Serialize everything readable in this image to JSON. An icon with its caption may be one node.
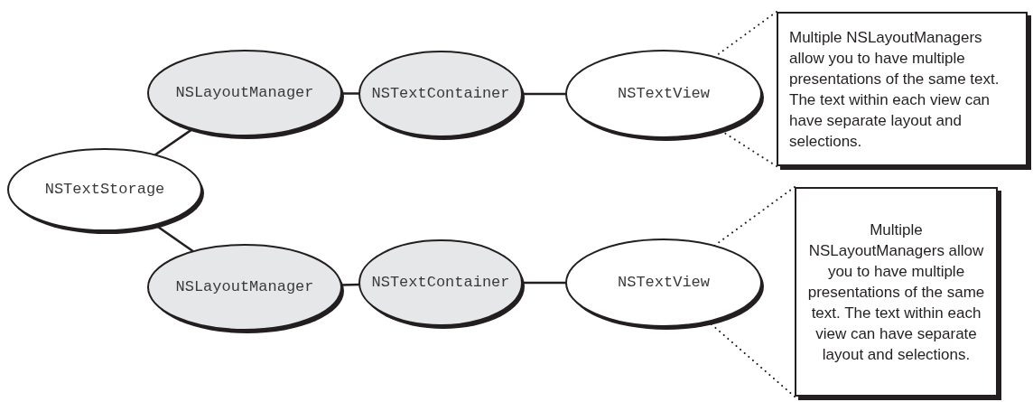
{
  "diagram": {
    "nodes": [
      {
        "text": [
          "NSTextStorage"
        ]
      },
      {
        "text": [
          "NSLayoutManager"
        ]
      },
      {
        "text": [
          "NSTextContainer"
        ]
      },
      {
        "text": [
          "NSTextView"
        ]
      },
      {
        "text": [
          "Multiple NSLayoutManagers allow you to have multiple presentations of the same text. The text within each view can have separate layout and selections."
        ]
      },
      {
        "text": [
          "NSLayoutManager"
        ]
      },
      {
        "text": [
          "NSTextContainer"
        ]
      },
      {
        "text": [
          "NSTextView"
        ]
      },
      {
        "text": [
          "Multiple NSLayoutManagers allow you to have multiple presentations of the same text. The text within each view can have separate layout and selections."
        ]
      }
    ],
    "edges": [
      {
        "from": 0,
        "to": 1,
        "arrow": "none"
      },
      {
        "from": 1,
        "to": 2,
        "arrow": "none"
      },
      {
        "from": 2,
        "to": 3,
        "arrow": "none"
      },
      {
        "from": 0,
        "to": 5,
        "arrow": "none"
      },
      {
        "from": 5,
        "to": 6,
        "arrow": "none"
      },
      {
        "from": 6,
        "to": 7,
        "arrow": "none"
      },
      {
        "from": 4,
        "to": 3,
        "arrow": "none",
        "style": "dashed"
      },
      {
        "from": 4,
        "to": 3,
        "arrow": "none",
        "style": "dashed"
      },
      {
        "from": 8,
        "to": 7,
        "arrow": "none",
        "style": "dashed"
      },
      {
        "from": 8,
        "to": 7,
        "arrow": "none",
        "style": "dashed"
      }
    ]
  }
}
